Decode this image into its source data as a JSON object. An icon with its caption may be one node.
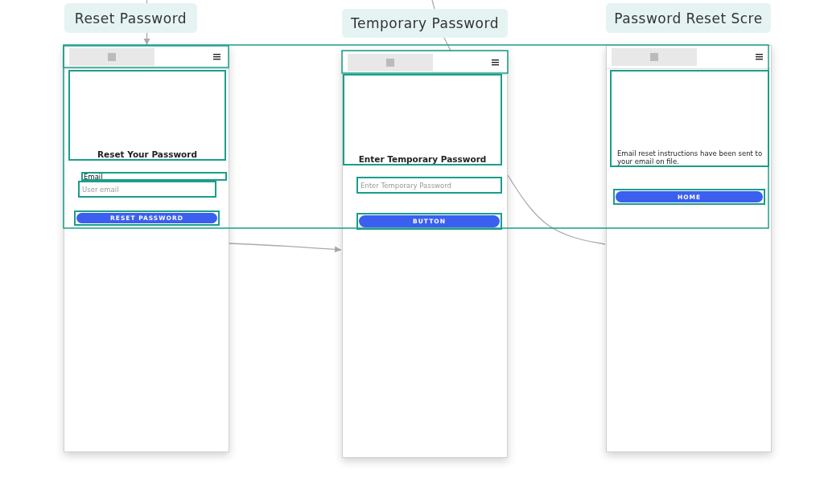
{
  "diagram": {
    "nodes": [
      {
        "text": [
          "Reset Password"
        ]
      },
      {
        "text": [],
        "shape": "box"
      },
      {
        "text": [
          "Reset Your Password"
        ],
        "in": 1
      },
      {
        "text": [
          "Email"
        ],
        "in": 1
      },
      {
        "text": [
          "User email"
        ],
        "in": 1
      },
      {
        "text": [
          "RESET PASSWORD"
        ],
        "in": 1
      },
      {
        "text": [
          "Temporary Password"
        ]
      },
      {
        "text": [],
        "shape": "box"
      },
      {
        "text": [
          "Enter Temporary Password"
        ],
        "in": 7
      },
      {
        "text": [
          "Enter Temporary Password"
        ],
        "in": 7
      },
      {
        "text": [
          "BUTTON"
        ],
        "in": 7
      },
      {
        "text": [
          "Password Reset Scre"
        ]
      },
      {
        "text": [],
        "shape": "box"
      },
      {
        "text": [
          "Email reset instructions have been sent to your email on file."
        ],
        "in": 12
      },
      {
        "text": [
          "HOME"
        ],
        "in": 12
      }
    ],
    "edges": [
      {
        "from": null,
        "to": 0,
        "arrow": "none"
      },
      {
        "from": 0,
        "to": 1,
        "arrow": "to"
      },
      {
        "from": 1,
        "to": 7,
        "arrow": "to"
      },
      {
        "from": 7,
        "to": 12,
        "arrow": "none"
      },
      {
        "from": null,
        "to": 6,
        "arrow": "none"
      },
      {
        "from": 6,
        "to": 7,
        "arrow": "none"
      }
    ]
  }
}
